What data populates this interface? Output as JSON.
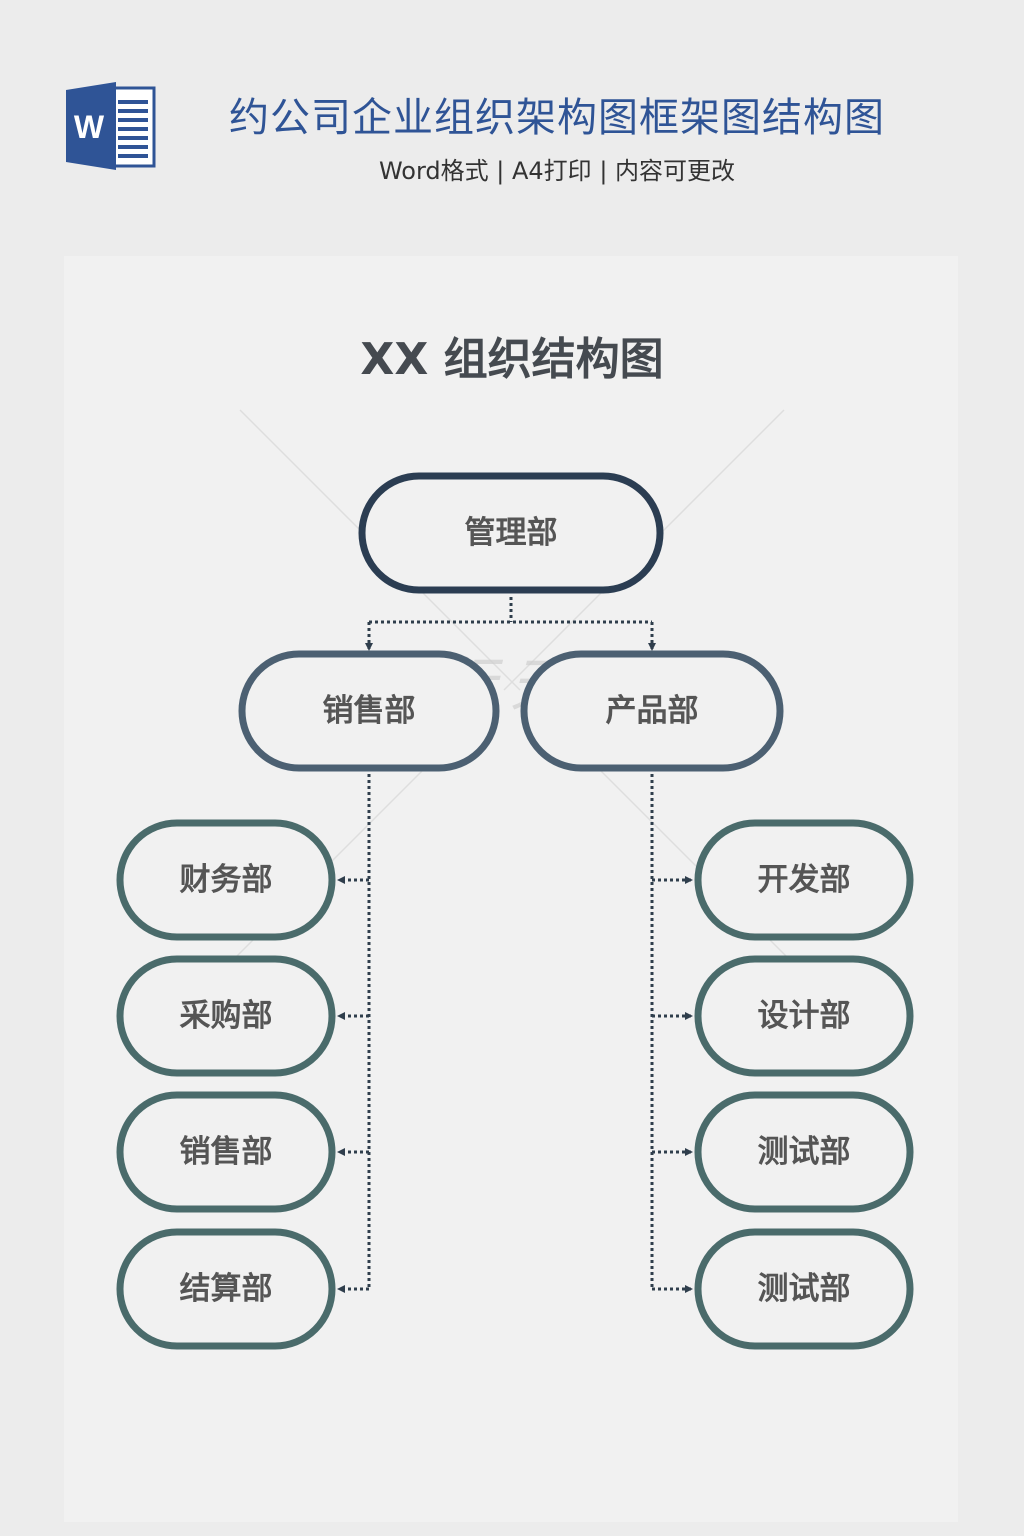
{
  "header": {
    "logo_icon": "word-document-icon",
    "logo_letter": "W",
    "title": "约公司企业组织架构图框架图结构图",
    "subtitle": "Word格式 | A4打印 | 内容可更改"
  },
  "colors": {
    "title_blue": "#2f5496",
    "root_stroke": "#2b3d52",
    "mid_stroke": "#4c6072",
    "leaf_stroke": "#4a6b6b",
    "connector": "#2f3e4c",
    "label_text": "#555555",
    "heading_text": "#454a50"
  },
  "diagram": {
    "title": "XX 组织结构图",
    "root": {
      "label": "管理部"
    },
    "branches": [
      {
        "label": "销售部",
        "children": [
          "财务部",
          "采购部",
          "销售部",
          "结算部"
        ]
      },
      {
        "label": "产品部",
        "children": [
          "开发部",
          "设计部",
          "测试部",
          "测试部"
        ]
      }
    ],
    "connector_style": "dotted-arrow",
    "watermark": "图行天下"
  }
}
